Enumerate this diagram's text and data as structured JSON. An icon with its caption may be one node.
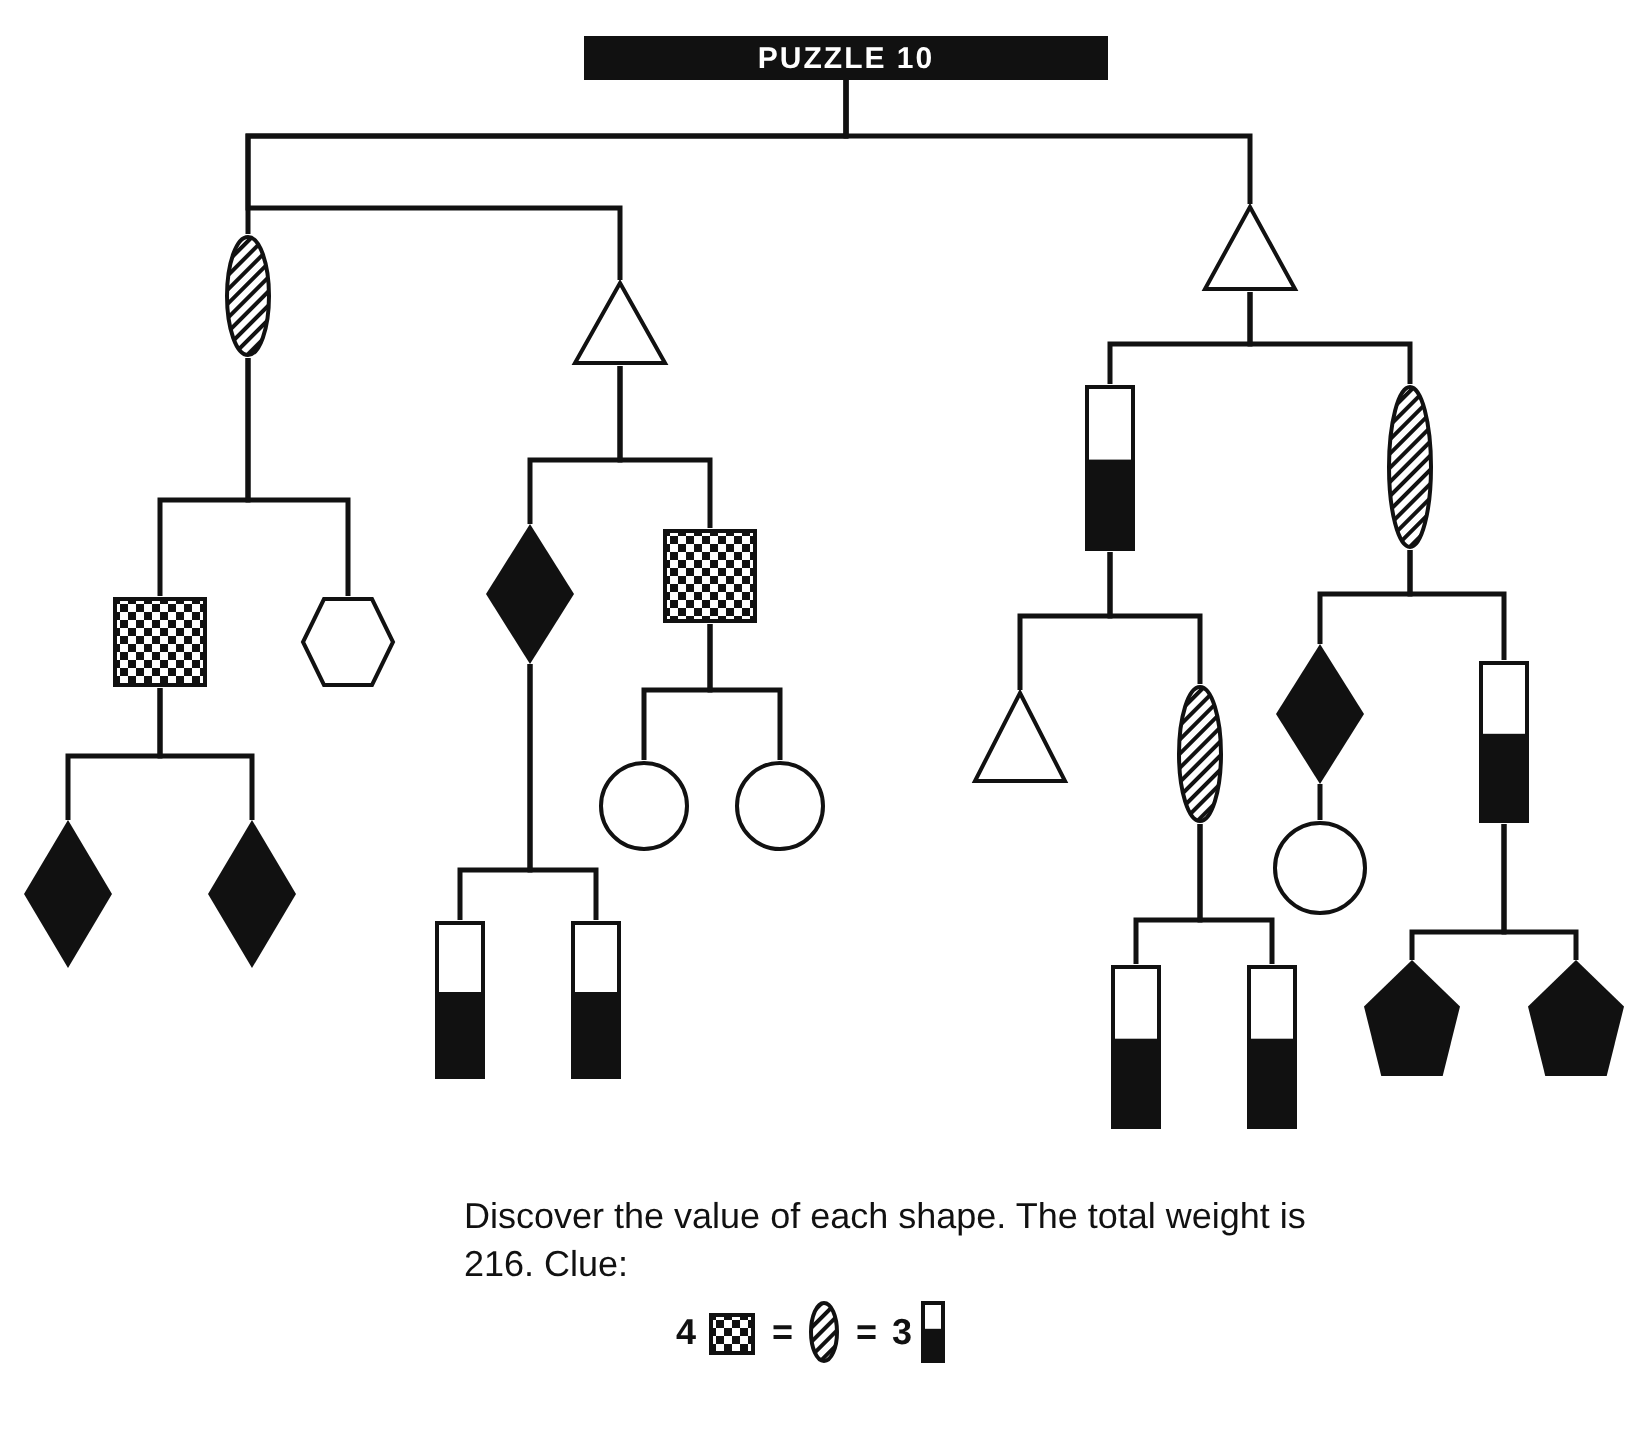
{
  "diagram": {
    "nodes": [
      {
        "text": [
          "PUZZLE 10"
        ]
      },
      {
        "text": [],
        "shape": "ellipse"
      },
      {
        "text": [],
        "shape": "triangle"
      },
      {
        "text": [],
        "shape": "box"
      },
      {
        "text": [],
        "shape": "hexagon"
      },
      {
        "text": [],
        "shape": "diamond"
      },
      {
        "text": [],
        "shape": "diamond"
      },
      {
        "text": [],
        "shape": "diamond"
      },
      {
        "text": [],
        "shape": "box"
      },
      {
        "text": [],
        "shape": "bar"
      },
      {
        "text": [],
        "shape": "bar"
      },
      {
        "text": [],
        "shape": "circle"
      },
      {
        "text": [],
        "shape": "circle"
      },
      {
        "text": [],
        "shape": "triangle"
      },
      {
        "text": [],
        "shape": "bar"
      },
      {
        "text": [],
        "shape": "ellipse"
      },
      {
        "text": [],
        "shape": "triangle"
      },
      {
        "text": [],
        "shape": "ellipse"
      },
      {
        "text": [],
        "shape": "bar"
      },
      {
        "text": [],
        "shape": "bar"
      },
      {
        "text": [],
        "shape": "diamond"
      },
      {
        "text": [],
        "shape": "bar"
      },
      {
        "text": [],
        "shape": "circle"
      },
      {
        "text": [],
        "shape": "pentagon"
      },
      {
        "text": [],
        "shape": "pentagon"
      }
    ],
    "edges": [
      {
        "from": 0,
        "to": 1,
        "arrow": "none"
      },
      {
        "from": 0,
        "to": 2,
        "arrow": "none"
      },
      {
        "from": 0,
        "to": 13,
        "arrow": "none"
      },
      {
        "from": 1,
        "to": 3,
        "arrow": "none"
      },
      {
        "from": 1,
        "to": 4,
        "arrow": "none"
      },
      {
        "from": 3,
        "to": 5,
        "arrow": "none"
      },
      {
        "from": 3,
        "to": 6,
        "arrow": "none"
      },
      {
        "from": 2,
        "to": 7,
        "arrow": "none"
      },
      {
        "from": 2,
        "to": 8,
        "arrow": "none"
      },
      {
        "from": 7,
        "to": 9,
        "arrow": "none"
      },
      {
        "from": 7,
        "to": 10,
        "arrow": "none"
      },
      {
        "from": 8,
        "to": 11,
        "arrow": "none"
      },
      {
        "from": 8,
        "to": 12,
        "arrow": "none"
      },
      {
        "from": 13,
        "to": 14,
        "arrow": "none"
      },
      {
        "from": 13,
        "to": 15,
        "arrow": "none"
      },
      {
        "from": 14,
        "to": 16,
        "arrow": "none"
      },
      {
        "from": 14,
        "to": 17,
        "arrow": "none"
      },
      {
        "from": 17,
        "to": 18,
        "arrow": "none"
      },
      {
        "from": 17,
        "to": 19,
        "arrow": "none"
      },
      {
        "from": 15,
        "to": 20,
        "arrow": "none"
      },
      {
        "from": 15,
        "to": 21,
        "arrow": "none"
      },
      {
        "from": 20,
        "to": 22,
        "arrow": "none"
      },
      {
        "from": 21,
        "to": 23,
        "arrow": "none"
      },
      {
        "from": 21,
        "to": 24,
        "arrow": "none"
      }
    ],
    "labels": [
      "Discover the value of each shape. The total weight is 216. Clue:",
      "4",
      "=",
      "=",
      "3"
    ]
  }
}
